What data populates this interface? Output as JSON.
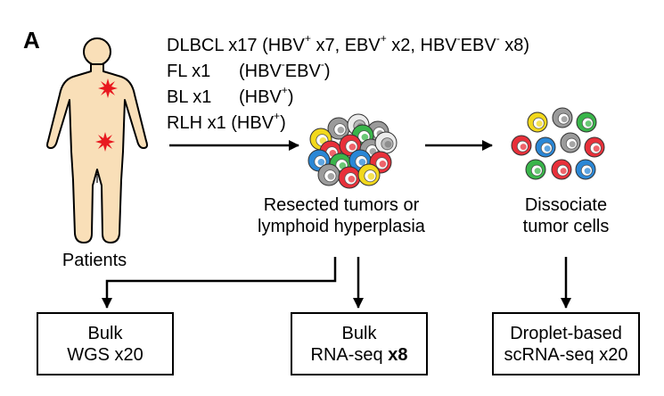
{
  "panel_label": "A",
  "patient_label": "Patients",
  "cohort": {
    "dlbcl": {
      "name": "DLBCL x17",
      "open": " (HBV",
      "s1": "+",
      "t1": " x7, EBV",
      "s2": "+",
      "t2": " x2, HBV",
      "s3": "-",
      "t3": "EBV",
      "s4": "-",
      "close": " x8)"
    },
    "fl": {
      "name": "FL x1",
      "open": "(HBV",
      "s1": "-",
      "t1": "EBV",
      "s2": "-",
      "close": ")"
    },
    "bl": {
      "name": "BL x1",
      "open": "(HBV",
      "s1": "+",
      "close": ")"
    },
    "rlh": {
      "name": "RLH x1",
      "open": " (HBV",
      "s1": "+",
      "close": ")"
    }
  },
  "steps": {
    "resected_line1": "Resected tumors or",
    "resected_line2": "lymphoid hyperplasia",
    "dissociate_line1": "Dissociate",
    "dissociate_line2": "tumor cells"
  },
  "outputs": {
    "wgs": {
      "line1": "Bulk",
      "line2": "WGS x20"
    },
    "rnaseq": {
      "line1": "Bulk",
      "line2_pre": "RNA-seq ",
      "line2_bold": "x8"
    },
    "scrna": {
      "line1": "Droplet-based",
      "line2": "scRNA-seq x20"
    }
  },
  "colors": {
    "skin": "#f9dfb8",
    "lesion": "#e8181f",
    "cell_red": "#e8303a",
    "cell_blue": "#2a87d6",
    "cell_green": "#39b54a",
    "cell_yellow": "#f2d81c",
    "cell_grey": "#9b9b9b",
    "cell_white": "#ececec"
  }
}
